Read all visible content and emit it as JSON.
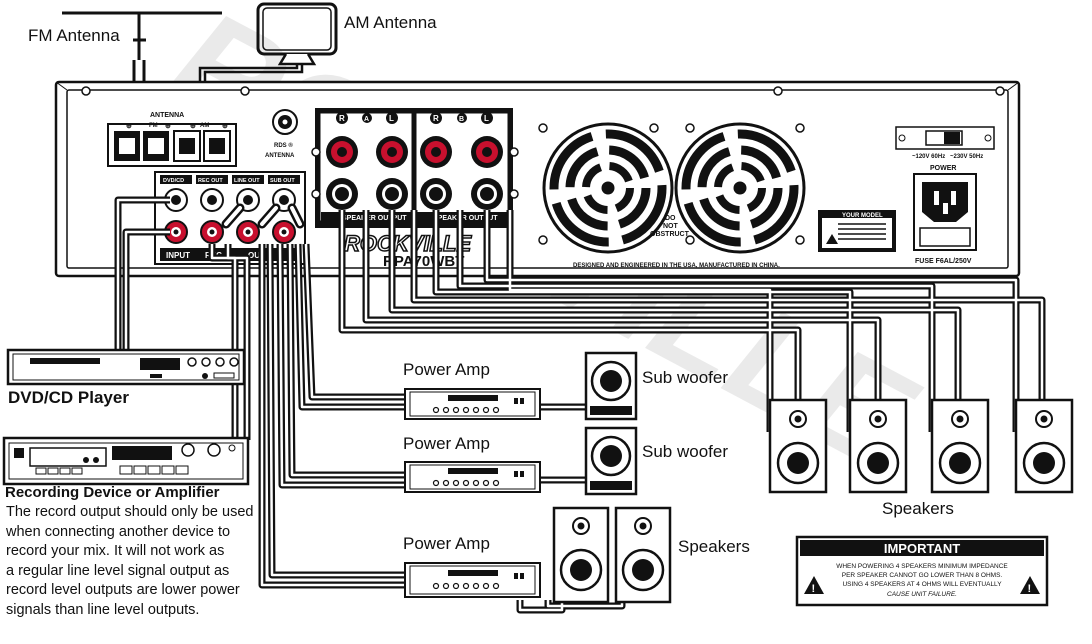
{
  "labels": {
    "fm_antenna": "FM Antenna",
    "am_antenna": "AM Antenna",
    "dvd_player": "DVD/CD Player",
    "recording_device": "Recording Device or Amplifier",
    "power_amp_1": "Power Amp",
    "power_amp_2": "Power Amp",
    "power_amp_3": "Power Amp",
    "sub_woofer_1": "Sub woofer",
    "sub_woofer_2": "Sub woofer",
    "speakers_mid": "Speakers",
    "speakers_right": "Speakers"
  },
  "recording_note": [
    "The record output should only be used",
    "when connecting another device to",
    "record your mix. It will not work as",
    "a regular line level signal output as",
    "record level outputs are lower power",
    "signals than line level outputs."
  ],
  "panel": {
    "antenna_label": "ANTENNA",
    "fm_label": "FM",
    "am_label": "AM",
    "rds_label": "RDS ®",
    "rds_label2": "ANTENNA",
    "input_label": "INPUT",
    "rec_label": "REC",
    "out_label": "OUT",
    "jack_labels": [
      "DVD/CD",
      "REC OUT",
      "LINE OUT",
      "SUB OUT"
    ],
    "spk_channels": [
      "R",
      "A",
      "L",
      "R",
      "B",
      "L"
    ],
    "speaker_output": "SPEAKER OUTPUT",
    "brand": "ROCKVILLE",
    "model": "RPA70WBT",
    "do_not_obstruct": [
      "DO",
      "NOT",
      "OBSTRUCT"
    ],
    "designed_text": "DESIGNED AND ENGINEERED IN THE USA, MANUFACTURED IN CHINA.",
    "warning_title": "YOUR MODEL",
    "power_label": "POWER",
    "voltage_left": "~120V 60Hz",
    "voltage_right": "~230V 50Hz",
    "fuse_label": "FUSE F6AL/250V"
  },
  "important": {
    "title": "IMPORTANT",
    "lines": [
      "WHEN POWERING 4 SPEAKERS MINIMUM IMPEDANCE",
      "PER SPEAKER CANNOT GO LOWER THAN 8 OHMS.",
      "USING 4 SPEAKERS AT 4 OHMS WILL EVENTUALLY",
      "CAUSE UNIT FAILURE."
    ]
  },
  "colors": {
    "line": "#111111",
    "panel_fill": "#ffffff",
    "jack_red": "#c8102e",
    "box_dark": "#1a1a1a"
  }
}
